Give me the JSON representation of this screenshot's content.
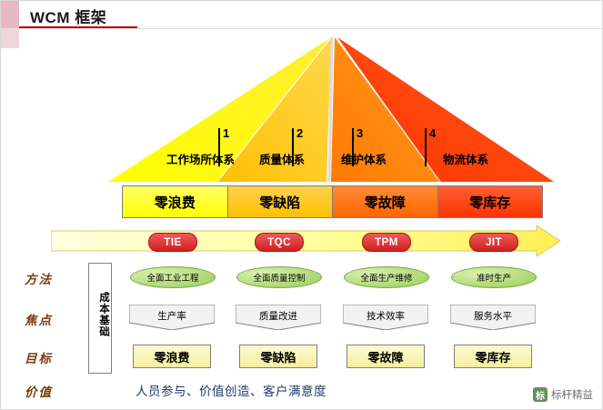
{
  "title": "WCM 框架",
  "pyramid": {
    "pillars": [
      {
        "num": "1",
        "label": "工作场所体系"
      },
      {
        "num": "2",
        "label": "质量体系"
      },
      {
        "num": "3",
        "label": "维护体系"
      },
      {
        "num": "4",
        "label": "物流体系"
      }
    ]
  },
  "zero_row": [
    {
      "label": "零浪费",
      "color": "#ffff00"
    },
    {
      "label": "零缺陷",
      "color": "#ffc000"
    },
    {
      "label": "零故障",
      "color": "#ff6600"
    },
    {
      "label": "零库存",
      "color": "#ff3300"
    }
  ],
  "pills": [
    {
      "label": "TIE"
    },
    {
      "label": "TQC"
    },
    {
      "label": "TPM"
    },
    {
      "label": "JIT"
    }
  ],
  "row_labels": {
    "method": "方法",
    "focus": "焦点",
    "goal": "目标",
    "value": "价值"
  },
  "cost_base": "成本基础",
  "methods": [
    "全面工业工程",
    "全面质量控制",
    "全面生产维修",
    "准时生产"
  ],
  "focus": [
    "生产率",
    "质量改进",
    "技术效率",
    "服务水平"
  ],
  "goals": [
    "零浪费",
    "零缺陷",
    "零故障",
    "零库存"
  ],
  "value_line": "人员参与、价值创造、客户满意度",
  "watermark": {
    "logo": "标",
    "text": "标杆精益"
  },
  "colors": {
    "title_accent": "#e8b9c4",
    "title_underline": "#c00000",
    "row_label": "#7a3b10",
    "value_text": "#1f3864",
    "pill_fill": "#d21f1f",
    "ellipse_fill": "#9bcc5a"
  }
}
